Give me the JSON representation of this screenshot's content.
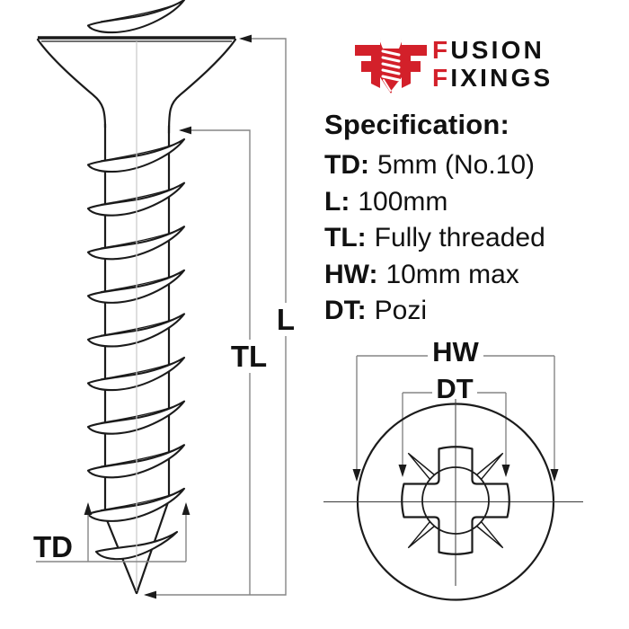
{
  "logo": {
    "word1": {
      "initial": "F",
      "rest": "USION"
    },
    "word2": {
      "initial": "F",
      "rest": "IXINGS"
    }
  },
  "specification": {
    "heading": "Specification:",
    "rows": [
      {
        "label": "TD:",
        "value": "5mm (No.10)"
      },
      {
        "label": "L:",
        "value": "100mm"
      },
      {
        "label": "TL:",
        "value": "Fully threaded"
      },
      {
        "label": "HW:",
        "value": "10mm max"
      },
      {
        "label": "DT:",
        "value": "Pozi"
      }
    ]
  },
  "side_view_diagram": {
    "length_label": "L",
    "thread_length_label": "TL",
    "thread_diameter_label": "TD"
  },
  "head_view_diagram": {
    "head_width_label": "HW",
    "drive_label": "DT"
  },
  "colors": {
    "ink": "#1b1b1b",
    "dim-line": "#858585",
    "centerline": "#c9c9c9",
    "brand-red": "#d3202a",
    "text": "#111111",
    "background": "#ffffff"
  }
}
